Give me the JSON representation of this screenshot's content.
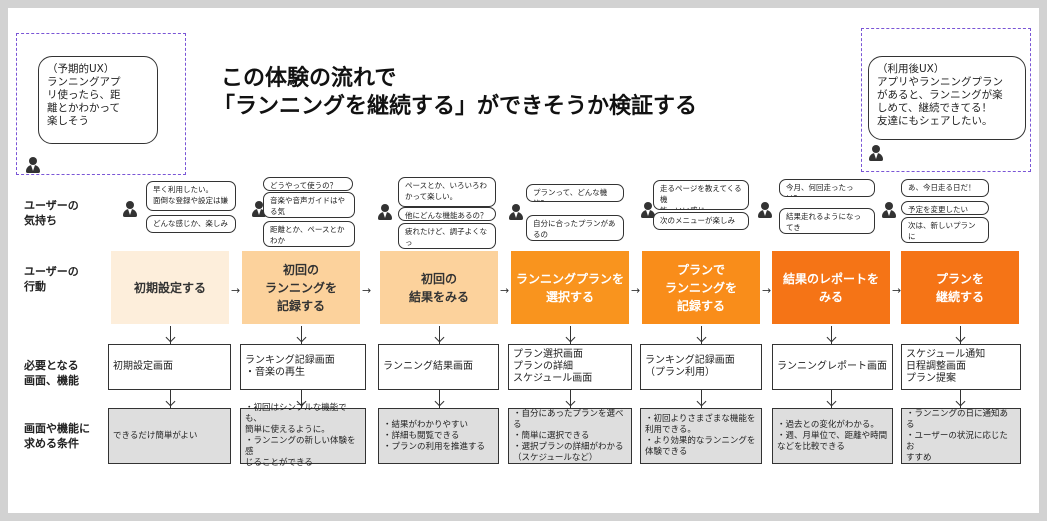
{
  "title": {
    "line1": "この体験の流れで",
    "line2": "「ランニングを継続する」ができそうか検証する"
  },
  "ux_before": {
    "lines": [
      "（予期的UX）",
      "ランニングアプ",
      "リ使ったら、距",
      "離とかわかって",
      "楽しそう"
    ]
  },
  "ux_after": {
    "lines": [
      "（利用後UX）",
      "アプリやランニングプラン",
      "があると、ランニングが楽",
      "しめて、継続できてる！",
      "友達にもシェアしたい。"
    ]
  },
  "row_labels": {
    "feelings": [
      "ユーザーの",
      "気持ち"
    ],
    "actions": [
      "ユーザーの",
      "行動"
    ],
    "screens": [
      "必要となる",
      "画面、機能"
    ],
    "requirements": [
      "画面や機能に",
      "求める条件"
    ]
  },
  "colors": {
    "stage_1": "#fdeedb",
    "stage_2": "#fcd29c",
    "stage_3": "#fcd29c",
    "stage_4": "#f9941e",
    "stage_5": "#f98d1a",
    "stage_6": "#f57416",
    "stage_7": "#f57416",
    "ux_frame": "#7a55d6"
  },
  "feelings": [
    [
      "早く利用したい。\n面倒な登録や設定は嫌",
      "どんな感じか、楽しみ"
    ],
    [
      "どうやって使うの？",
      "音楽や音声ガイドはやる気\nでる感じする",
      "距離とか、ペースとかわか\nるのかな。"
    ],
    [
      "ペースとか、いろいろわ\nかって楽しい。",
      "他にどんな機能あるの？",
      "疲れたけど、調子よくなっ\nたかも"
    ],
    [
      "プランって、どんな機能？",
      "自分に合ったプランがあるの\nで、やってみよう"
    ],
    [
      "走るページを教えてくる機\n能、いい感じ。",
      "次のメニューが楽しみ"
    ],
    [
      "今月、何回走ったっけ？",
      "結果走れるようになってき\nた！"
    ],
    [
      "あ、今日走る日だ！",
      "予定を変更したい",
      "次は、新しいプランに\n挑戦したい！"
    ]
  ],
  "actions": [
    "初期設定する",
    "初回の\nランニングを\n記録する",
    "初回の\n結果をみる",
    "ランニングプランを\n選択する",
    "プランで\nランニングを\n記録する",
    "結果のレポートを\nみる",
    "プランを\n継続する"
  ],
  "screens": [
    [
      "初期設定画面"
    ],
    [
      "ランキング記録画面",
      "・音楽の再生"
    ],
    [
      "ランニング結果画面"
    ],
    [
      "プラン選択画面",
      "プランの詳細",
      "スケジュール画面"
    ],
    [
      "ランキング記録画面",
      "（プラン利用）"
    ],
    [
      "ランニングレポート画面"
    ],
    [
      "スケジュール通知",
      "日程調整画面",
      "プラン提案"
    ]
  ],
  "requirements": [
    [
      "できるだけ簡単がよい"
    ],
    [
      "・初回はシンプルな機能でも、",
      "簡単に使えるように。",
      "・ランニングの新しい体験を感",
      "じることができる"
    ],
    [
      "・結果がわかりやすい",
      "・詳細も閲覧できる",
      "・プランの利用を推進する"
    ],
    [
      "・自分にあったプランを選べる",
      "・簡単に選択できる",
      "・選択プランの詳細がわかる",
      "（スケジュールなど）"
    ],
    [
      "・初回よりさまざまな機能を",
      "利用できる。",
      "・より効果的なランニングを",
      "体験できる"
    ],
    [
      "・過去との変化がわかる。",
      "・週、月単位で、距離や時間",
      "などを比較できる"
    ],
    [
      "・ランニングの日に通知ある",
      "・ユーザーの状況に応じたお",
      "すすめ"
    ]
  ]
}
